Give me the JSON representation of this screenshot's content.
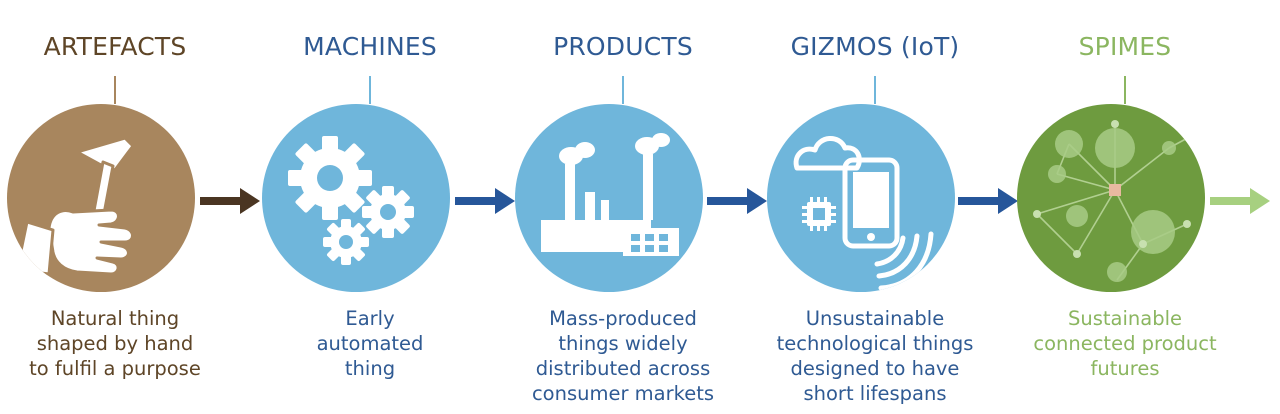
{
  "colors": {
    "artefacts_text": "#5e4527",
    "artefacts_fill": "#a8865e",
    "blue_text": "#2f5a93",
    "blue_fill": "#6fb6db",
    "spimes_text": "#8bb660",
    "spimes_fill": "#6e9b3f",
    "arrow_brown": "#4a3522",
    "arrow_blue": "#26569a",
    "arrow_green": "#a7d080"
  },
  "stages": [
    {
      "title": "ARTEFACTS",
      "description": "Natural thing\nshaped by hand\nto fulfil a purpose",
      "icon": "hand-tool-icon"
    },
    {
      "title": "MACHINES",
      "description": "Early\nautomated\nthing",
      "icon": "gears-icon"
    },
    {
      "title": "PRODUCTS",
      "description": "Mass-produced\nthings widely\ndistributed across\nconsumer markets",
      "icon": "factory-icon"
    },
    {
      "title": "GIZMOS (IoT)",
      "description": "Unsustainable\ntechnological things\ndesigned to have\nshort lifespans",
      "icon": "smartphone-cloud-icon"
    },
    {
      "title": "SPIMES",
      "description": "Sustainable\nconnected product\nfutures",
      "icon": "network-icon"
    }
  ]
}
